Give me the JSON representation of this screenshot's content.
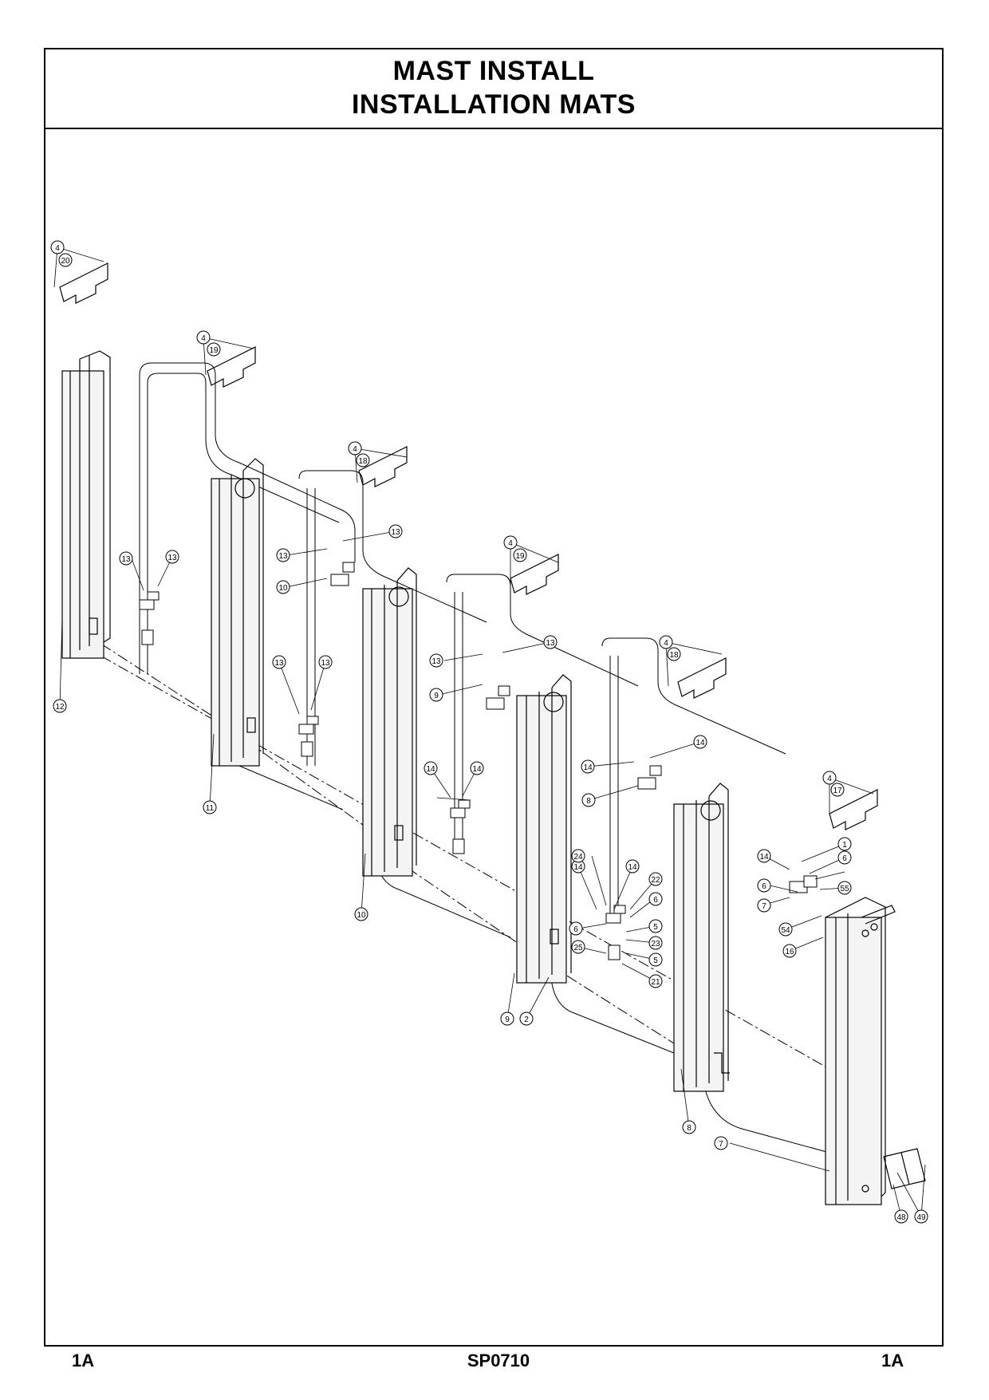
{
  "title": {
    "line1": "MAST INSTALL",
    "line2": "INSTALLATION MATS"
  },
  "footer": {
    "left": "1A",
    "center": "SP0710",
    "right": "1A"
  },
  "callouts": [
    "4",
    "20",
    "4",
    "19",
    "4",
    "18",
    "4",
    "19",
    "4",
    "18",
    "4",
    "17",
    "13",
    "13",
    "13",
    "13",
    "13",
    "13",
    "13",
    "13",
    "14",
    "14",
    "14",
    "14",
    "14",
    "14",
    "14",
    "10",
    "9",
    "8",
    "12",
    "11",
    "10",
    "9",
    "2",
    "8",
    "7",
    "6",
    "6",
    "1",
    "55",
    "54",
    "16",
    "6",
    "22",
    "5",
    "23",
    "5",
    "21",
    "24",
    "6",
    "25",
    "48",
    "49",
    "7"
  ]
}
